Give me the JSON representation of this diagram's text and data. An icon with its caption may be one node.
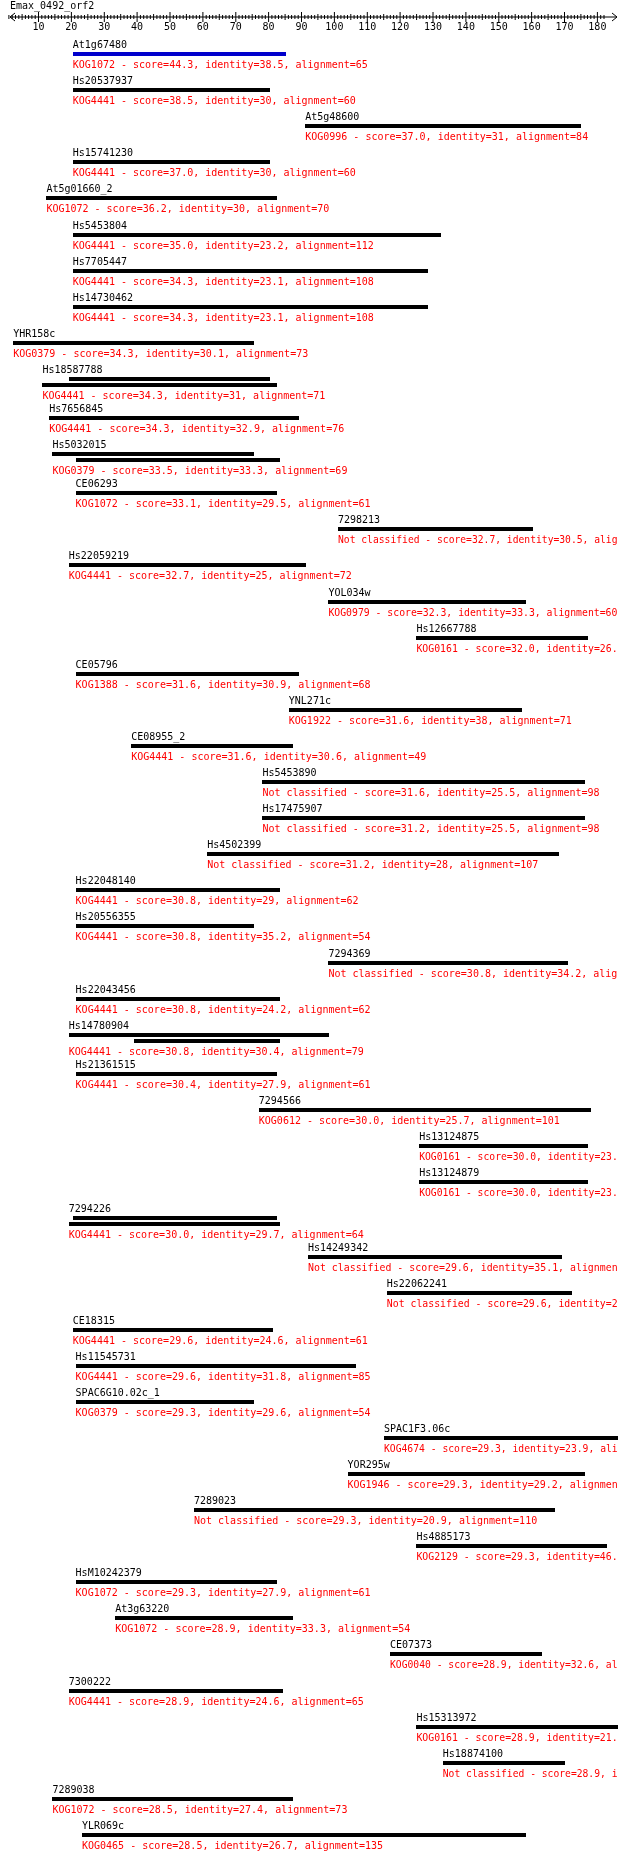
{
  "diagram": {
    "title": "Emax_0492_orf2",
    "labels": [
      "10",
      "20",
      "30",
      "40",
      "50",
      "60",
      "70",
      "80",
      "90",
      "100",
      "110",
      "120",
      "130",
      "140",
      "150",
      "160",
      "170",
      "180",
      "At1g67480",
      "KOG1072 - score=44.3, identity=38.5, alignment=65",
      "Hs20537937",
      "KOG4441 - score=38.5, identity=30, alignment=60",
      "At5g48600",
      "KOG0996 - score=37.0, identity=31, alignment=84",
      "Hs15741230",
      "KOG4441 - score=37.0, identity=30, alignment=60",
      "At5g01660_2",
      "KOG1072 - score=36.2, identity=30, alignment=70",
      "Hs5453804",
      "KOG4441 - score=35.0, identity=23.2, alignment=112",
      "Hs7705447",
      "KOG4441 - score=34.3, identity=23.1, alignment=108",
      "Hs14730462",
      "KOG4441 - score=34.3, identity=23.1, alignment=108",
      "YHR158c",
      "KOG0379 - score=34.3, identity=30.1, alignment=73",
      "Hs18587788",
      "KOG4441 - score=34.3, identity=31, alignment=71",
      "Hs7656845",
      "KOG4441 - score=34.3, identity=32.9, alignment=76",
      "Hs5032015",
      "KOG0379 - score=33.5, identity=33.3, alignment=69",
      "CE06293",
      "KOG1072 - score=33.1, identity=29.5, alignment=61",
      "7298213",
      "Not classified - score=32.7, identity=30.5, alig",
      "Hs22059219",
      "KOG4441 - score=32.7, identity=25, alignment=72",
      "YOL034w",
      "KOG0979 - score=32.3, identity=33.3, alignment=60",
      "Hs12667788",
      "KOG0161 - score=32.0, identity=26.",
      "CE05796",
      "KOG1388 - score=31.6, identity=30.9, alignment=68",
      "YNL271c",
      "KOG1922 - score=31.6, identity=38, alignment=71",
      "CE08955_2",
      "KOG4441 - score=31.6, identity=30.6, alignment=49",
      "Hs5453890",
      "Not classified - score=31.6, identity=25.5, alignment=98",
      "Hs17475907",
      "Not classified - score=31.2, identity=25.5, alignment=98",
      "Hs4502399",
      "Not classified - score=31.2, identity=28, alignment=107",
      "Hs22048140",
      "KOG4441 - score=30.8, identity=29, alignment=62",
      "Hs20556355",
      "KOG4441 - score=30.8, identity=35.2, alignment=54",
      "7294369",
      "Not classified - score=30.8, identity=34.2, alig",
      "Hs22043456",
      "KOG4441 - score=30.8, identity=24.2, alignment=62",
      "Hs14780904",
      "KOG4441 - score=30.8, identity=30.4, alignment=79",
      "Hs21361515",
      "KOG4441 - score=30.4, identity=27.9, alignment=61",
      "7294566",
      "KOG0612 - score=30.0, identity=25.7, alignment=101",
      "Hs13124875",
      "KOG0161 - score=30.0, identity=23.",
      "Hs13124879",
      "KOG0161 - score=30.0, identity=23.",
      "7294226",
      "KOG4441 - score=30.0, identity=29.7, alignment=64",
      "Hs14249342",
      "Not classified - score=29.6, identity=35.1, alignmen",
      "Hs22062241",
      "Not classified - score=29.6, identity=2",
      "CE18315",
      "KOG4441 - score=29.6, identity=24.6, alignment=61",
      "Hs11545731",
      "KOG4441 - score=29.6, identity=31.8, alignment=85",
      "SPAC6G10.02c_1",
      "KOG0379 - score=29.3, identity=29.6, alignment=54",
      "SPAC1F3.06c",
      "KOG4674 - score=29.3, identity=23.9, ali",
      "YOR295w",
      "KOG1946 - score=29.3, identity=29.2, alignmen",
      "7289023",
      "Not classified - score=29.3, identity=20.9, alignment=110",
      "Hs4885173",
      "KOG2129 - score=29.3, identity=46.",
      "HsM10242379",
      "KOG1072 - score=29.3, identity=27.9, alignment=61",
      "At3g63220",
      "KOG1072 - score=28.9, identity=33.3, alignment=54",
      "CE07373",
      "KOG0040 - score=28.9, identity=32.6, al",
      "7300222",
      "KOG4441 - score=28.9, identity=24.6, alignment=65",
      "Hs15313972",
      "KOG0161 - score=28.9, identity=21.",
      "Hs18874100",
      "Not classified - score=28.9, i",
      "7289038",
      "KOG1072 - score=28.5, identity=27.4, alignment=73",
      "YLR069c",
      "KOG0465 - score=28.5, identity=26.7, alignment=135"
    ]
  }
}
